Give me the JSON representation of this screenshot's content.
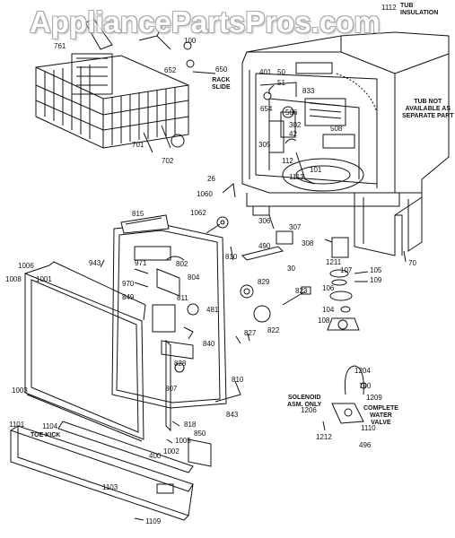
{
  "watermark": "AppliancePartsPros.com",
  "notes": {
    "tub_insulation_1": "TUB",
    "tub_insulation_2": "INSULATION",
    "tub_na_1": "TUB NOT",
    "tub_na_2": "AVAILABLE AS",
    "tub_na_3": "SEPARATE PART",
    "rack_slide_1": "RACK",
    "rack_slide_2": "SLIDE",
    "solenoid_1": "SOLENOID",
    "solenoid_2": "ASM. ONLY",
    "water_valve_1": "COMPLETE",
    "water_valve_2": "WATER",
    "water_valve_3": "VALVE",
    "toe_kick_1": "TOE KICK"
  },
  "parts": [
    {
      "id": "p1112",
      "label": "1112"
    },
    {
      "id": "p761",
      "label": "761"
    },
    {
      "id": "p100",
      "label": "100"
    },
    {
      "id": "p652",
      "label": "652"
    },
    {
      "id": "p650",
      "label": "650"
    },
    {
      "id": "p701",
      "label": "701"
    },
    {
      "id": "p702",
      "label": "702"
    },
    {
      "id": "p401",
      "label": "401"
    },
    {
      "id": "p50",
      "label": "50"
    },
    {
      "id": "p51",
      "label": "51"
    },
    {
      "id": "p833",
      "label": "833"
    },
    {
      "id": "p654",
      "label": "654"
    },
    {
      "id": "p506",
      "label": "506"
    },
    {
      "id": "p302",
      "label": "302"
    },
    {
      "id": "p42",
      "label": "42"
    },
    {
      "id": "p508",
      "label": "508"
    },
    {
      "id": "p305",
      "label": "305"
    },
    {
      "id": "p112",
      "label": "112"
    },
    {
      "id": "p1113",
      "label": "1113"
    },
    {
      "id": "p101",
      "label": "101"
    },
    {
      "id": "p26",
      "label": "26"
    },
    {
      "id": "p1060",
      "label": "1060"
    },
    {
      "id": "p1062",
      "label": "1062"
    },
    {
      "id": "p815",
      "label": "815"
    },
    {
      "id": "p306",
      "label": "306"
    },
    {
      "id": "p307",
      "label": "307"
    },
    {
      "id": "p490",
      "label": "490"
    },
    {
      "id": "p308",
      "label": "308"
    },
    {
      "id": "p1211",
      "label": "1211"
    },
    {
      "id": "p70",
      "label": "70"
    },
    {
      "id": "p943",
      "label": "943"
    },
    {
      "id": "p971",
      "label": "971"
    },
    {
      "id": "p802",
      "label": "802"
    },
    {
      "id": "p810a",
      "label": "810"
    },
    {
      "id": "p804",
      "label": "804"
    },
    {
      "id": "p30",
      "label": "30"
    },
    {
      "id": "p1006",
      "label": "1006"
    },
    {
      "id": "p1008",
      "label": "1008"
    },
    {
      "id": "p1001",
      "label": "1001"
    },
    {
      "id": "p970",
      "label": "970"
    },
    {
      "id": "p849",
      "label": "849"
    },
    {
      "id": "p829",
      "label": "829"
    },
    {
      "id": "p823",
      "label": "823"
    },
    {
      "id": "p107",
      "label": "107"
    },
    {
      "id": "p105",
      "label": "105"
    },
    {
      "id": "p109",
      "label": "109"
    },
    {
      "id": "p106",
      "label": "106"
    },
    {
      "id": "p811",
      "label": "811"
    },
    {
      "id": "p104",
      "label": "104"
    },
    {
      "id": "p481",
      "label": "481"
    },
    {
      "id": "p822",
      "label": "822"
    },
    {
      "id": "p108",
      "label": "108"
    },
    {
      "id": "p827",
      "label": "827"
    },
    {
      "id": "p840",
      "label": "840"
    },
    {
      "id": "p828",
      "label": "828"
    },
    {
      "id": "p1003",
      "label": "1003"
    },
    {
      "id": "p807",
      "label": "807"
    },
    {
      "id": "p810b",
      "label": "810"
    },
    {
      "id": "p843",
      "label": "843"
    },
    {
      "id": "p1204",
      "label": "1204"
    },
    {
      "id": "p790",
      "label": "790"
    },
    {
      "id": "p1209",
      "label": "1209"
    },
    {
      "id": "p1206",
      "label": "1206"
    },
    {
      "id": "p1110",
      "label": "1110"
    },
    {
      "id": "p818",
      "label": "818"
    },
    {
      "id": "p1101",
      "label": "1101"
    },
    {
      "id": "p1104",
      "label": "1104"
    },
    {
      "id": "p850",
      "label": "850"
    },
    {
      "id": "p1005",
      "label": "1005"
    },
    {
      "id": "p1002",
      "label": "1002"
    },
    {
      "id": "p1212",
      "label": "1212"
    },
    {
      "id": "p496",
      "label": "496"
    },
    {
      "id": "p400",
      "label": "400"
    },
    {
      "id": "p1103",
      "label": "1103"
    },
    {
      "id": "p1109",
      "label": "1109"
    }
  ]
}
